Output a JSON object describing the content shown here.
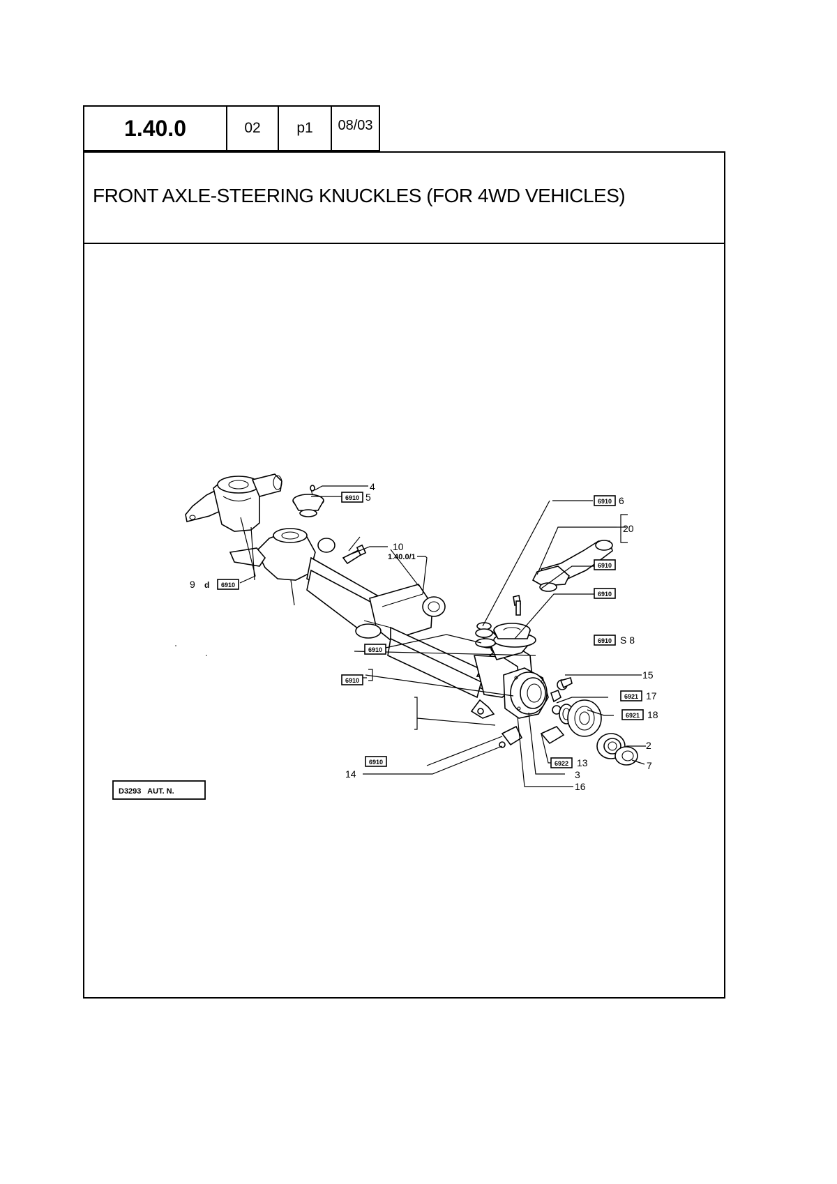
{
  "header": {
    "code": "1.40.0",
    "revision": "02",
    "page": "p1",
    "date": "08/03"
  },
  "title": "FRONT AXLE-STEERING KNUCKLES (FOR 4WD VEHICLES)",
  "diagram": {
    "callouts": {
      "c4": "4",
      "c5": "5",
      "c6": "6",
      "c20": "20",
      "c10": "10",
      "ref": "1.40.0/1",
      "c9": "9",
      "c9d": "d",
      "c8": "S 8",
      "c15": "15",
      "c17": "17",
      "c18": "18",
      "c2": "2",
      "c7": "7",
      "c13": "13",
      "c3": "3",
      "c16": "16",
      "c14": "14"
    },
    "codes": {
      "k5": "6910",
      "k6": "6910",
      "k20a": "6910",
      "k20b": "6910",
      "k9": "6910",
      "k8": "6910",
      "k_mid": "6910",
      "k_left": "6910",
      "k17": "6921",
      "k18": "6921",
      "k13": "6922",
      "k14": "6910"
    },
    "drawing_ref": "D3293   AUT. N."
  }
}
